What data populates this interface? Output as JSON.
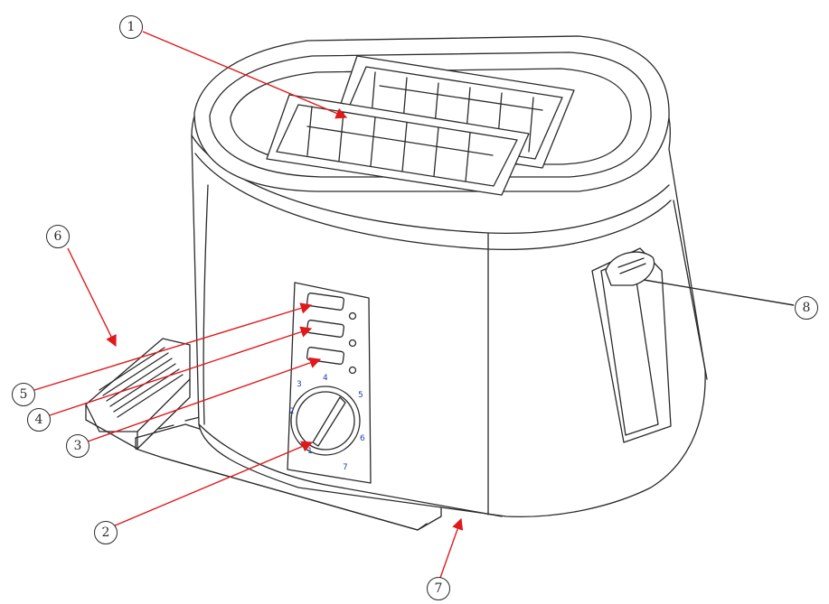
{
  "callouts": [
    {
      "id": "callout-1",
      "label": "1"
    },
    {
      "id": "callout-2",
      "label": "2"
    },
    {
      "id": "callout-3",
      "label": "3"
    },
    {
      "id": "callout-4",
      "label": "4"
    },
    {
      "id": "callout-5",
      "label": "5"
    },
    {
      "id": "callout-6",
      "label": "6"
    },
    {
      "id": "callout-7",
      "label": "7"
    },
    {
      "id": "callout-8",
      "label": "8"
    }
  ],
  "dial": {
    "ticks": [
      "1",
      "2",
      "3",
      "4",
      "5",
      "6",
      "7"
    ]
  },
  "colors": {
    "line": "#2a2a2a",
    "leader": "#e0191a",
    "dial_numbers": "#1f3fb0"
  }
}
